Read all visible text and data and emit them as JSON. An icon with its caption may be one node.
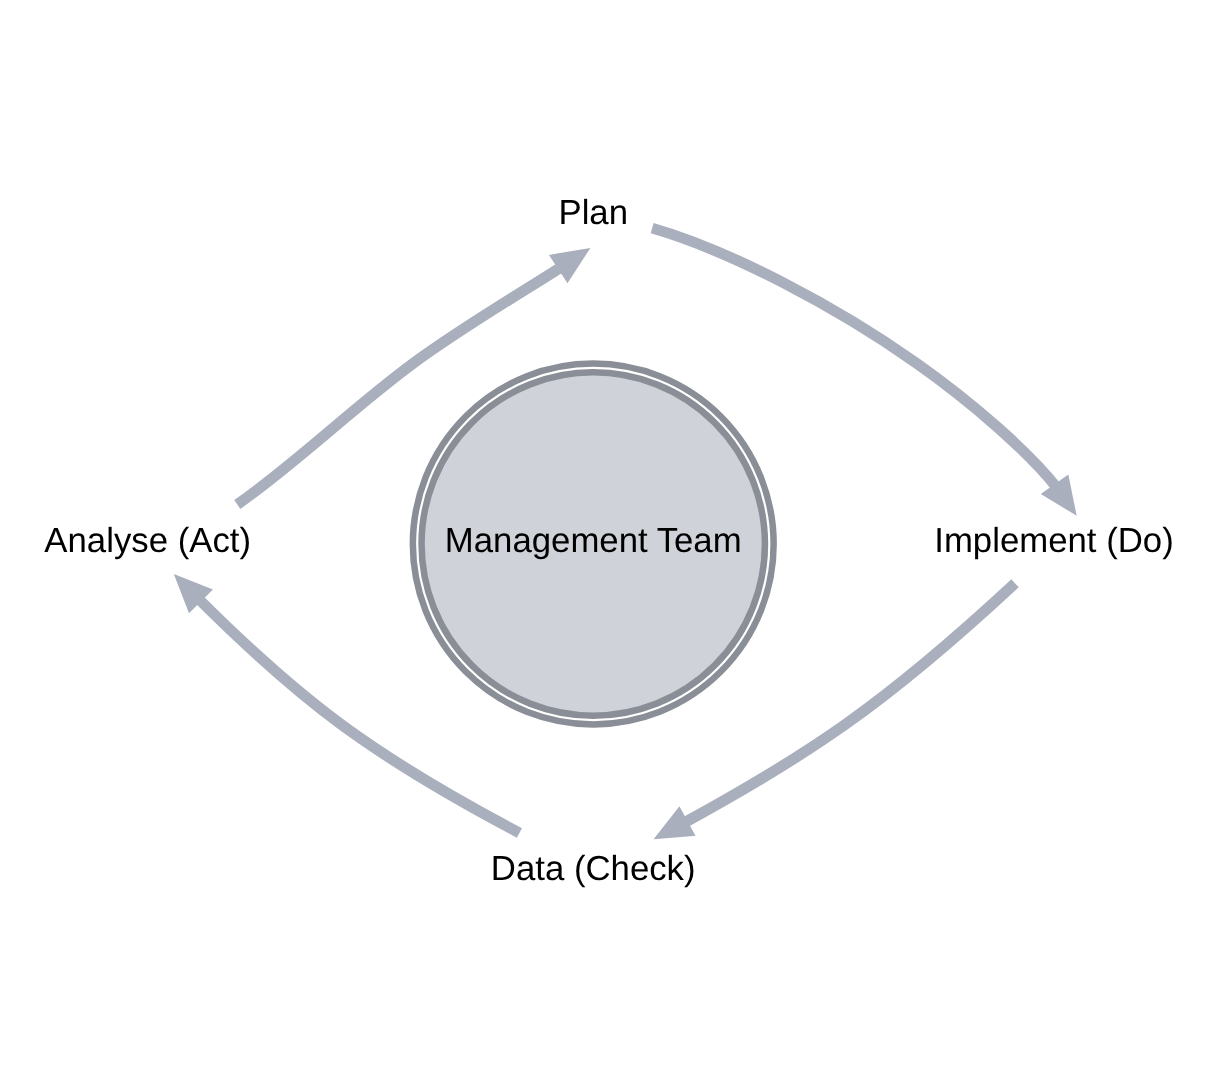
{
  "diagram": {
    "nodes": [
      {
        "text": [
          "Plan"
        ]
      },
      {
        "text": [
          "Analyse (Act)"
        ]
      },
      {
        "text": [
          "Management Team"
        ]
      },
      {
        "text": [
          "Implement (Do)"
        ]
      },
      {
        "text": [
          "Data (Check)"
        ]
      }
    ],
    "edges": [
      {
        "from": 0,
        "to": 3,
        "arrow": "to"
      },
      {
        "from": 3,
        "to": 4,
        "arrow": "to"
      },
      {
        "from": 4,
        "to": 1,
        "arrow": "to"
      },
      {
        "from": 1,
        "to": 0,
        "arrow": "to"
      }
    ]
  }
}
